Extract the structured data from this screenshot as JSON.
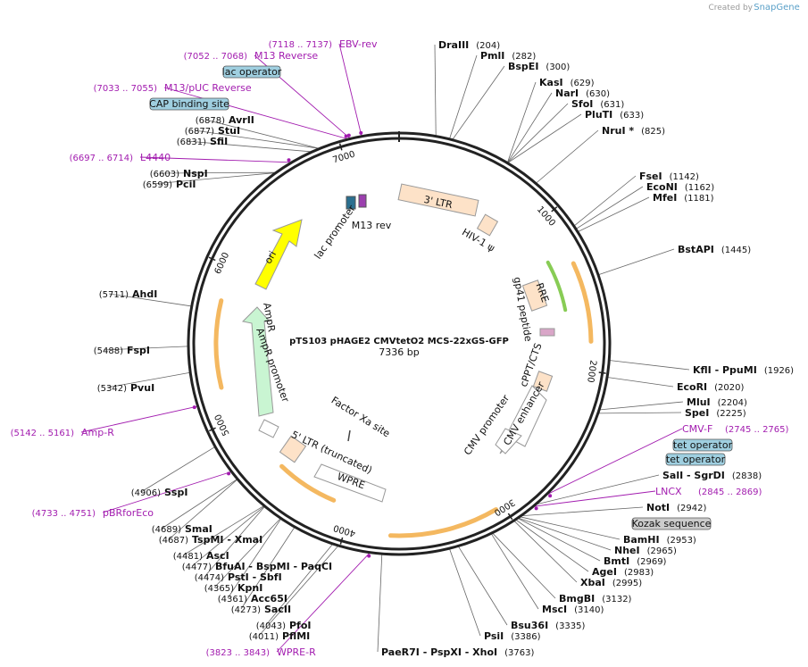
{
  "brand": {
    "created_by": "Created by",
    "name": "SnapGene"
  },
  "plasmid": {
    "name": "pTS103 pHAGE2 CMVtetO2 MCS-22xGS-GFP",
    "length": "7336 bp",
    "total_bp": 7336
  },
  "colors": {
    "primer": "#a21caf",
    "backbone": "#222222",
    "ltr": "#fde2c8",
    "ori": "#ffff00",
    "ampr": "#c9f5d2",
    "rre": "#fde2c8",
    "wpre": "#ffffff",
    "cmv": "#ffffff",
    "gp41": "#d9a6c8",
    "regulatory": "#9fcfe0",
    "kozak": "#cccccc"
  },
  "ticks": [
    {
      "label": "1000",
      "bp": 1000
    },
    {
      "label": "2000",
      "bp": 2000
    },
    {
      "label": "3000",
      "bp": 3000
    },
    {
      "label": "4000",
      "bp": 4000
    },
    {
      "label": "5000",
      "bp": 5000
    },
    {
      "label": "6000",
      "bp": 6000
    },
    {
      "label": "7000",
      "bp": 7000
    }
  ],
  "enzymes": [
    {
      "name": "DraIII",
      "pos": "(204)",
      "bp": 204
    },
    {
      "name": "PmlI",
      "pos": "(282)",
      "bp": 282
    },
    {
      "name": "BspEI",
      "pos": "(300)",
      "bp": 300
    },
    {
      "name": "KasI",
      "pos": "(629)",
      "bp": 629
    },
    {
      "name": "NarI",
      "pos": "(630)",
      "bp": 630
    },
    {
      "name": "SfoI",
      "pos": "(631)",
      "bp": 631
    },
    {
      "name": "PluTI",
      "pos": "(633)",
      "bp": 633
    },
    {
      "name": "NruI *",
      "pos": "(825)",
      "bp": 825
    },
    {
      "name": "FseI",
      "pos": "(1142)",
      "bp": 1142
    },
    {
      "name": "EcoNI",
      "pos": "(1162)",
      "bp": 1162
    },
    {
      "name": "MfeI",
      "pos": "(1181)",
      "bp": 1181
    },
    {
      "name": "BstAPI",
      "pos": "(1445)",
      "bp": 1445
    },
    {
      "name": "KflI - PpuMI",
      "pos": "(1926)",
      "bp": 1926
    },
    {
      "name": "EcoRI",
      "pos": "(2020)",
      "bp": 2020
    },
    {
      "name": "MluI",
      "pos": "(2204)",
      "bp": 2204
    },
    {
      "name": "SpeI",
      "pos": "(2225)",
      "bp": 2225
    },
    {
      "name": "SalI - SgrDI",
      "pos": "(2838)",
      "bp": 2838
    },
    {
      "name": "NotI",
      "pos": "(2942)",
      "bp": 2942
    },
    {
      "name": "BamHI",
      "pos": "(2953)",
      "bp": 2953
    },
    {
      "name": "NheI",
      "pos": "(2965)",
      "bp": 2965
    },
    {
      "name": "BmtI",
      "pos": "(2969)",
      "bp": 2969
    },
    {
      "name": "AgeI",
      "pos": "(2983)",
      "bp": 2983
    },
    {
      "name": "XbaI",
      "pos": "(2995)",
      "bp": 2995
    },
    {
      "name": "BmgBI",
      "pos": "(3132)",
      "bp": 3132
    },
    {
      "name": "MscI",
      "pos": "(3140)",
      "bp": 3140
    },
    {
      "name": "Bsu36I",
      "pos": "(3335)",
      "bp": 3335
    },
    {
      "name": "PsiI",
      "pos": "(3386)",
      "bp": 3386
    },
    {
      "name": "PaeR7I - PspXI - XhoI",
      "pos": "(3763)",
      "bp": 3763
    },
    {
      "name": "PflMI",
      "pos": "(4011)",
      "bp": 4011
    },
    {
      "name": "PfoI",
      "pos": "(4043)",
      "bp": 4043
    },
    {
      "name": "SacII",
      "pos": "(4273)",
      "bp": 4273
    },
    {
      "name": "Acc65I",
      "pos": "(4361)",
      "bp": 4361
    },
    {
      "name": "KpnI",
      "pos": "(4365)",
      "bp": 4365
    },
    {
      "name": "PstI - SbfI",
      "pos": "(4474)",
      "bp": 4474
    },
    {
      "name": "BfuAI - BspMI - PaqCI",
      "pos": "(4477)",
      "bp": 4477
    },
    {
      "name": "AscI",
      "pos": "(4481)",
      "bp": 4481
    },
    {
      "name": "TspMI - XmaI",
      "pos": "(4687)",
      "bp": 4687
    },
    {
      "name": "SmaI",
      "pos": "(4689)",
      "bp": 4689
    },
    {
      "name": "SspI",
      "pos": "(4906)",
      "bp": 4906
    },
    {
      "name": "PvuI",
      "pos": "(5342)",
      "bp": 5342
    },
    {
      "name": "FspI",
      "pos": "(5488)",
      "bp": 5488
    },
    {
      "name": "AhdI",
      "pos": "(5711)",
      "bp": 5711
    },
    {
      "name": "PciI",
      "pos": "(6599)",
      "bp": 6599
    },
    {
      "name": "NspI",
      "pos": "(6603)",
      "bp": 6603
    },
    {
      "name": "SfiI",
      "pos": "(6831)",
      "bp": 6831
    },
    {
      "name": "StuI",
      "pos": "(6877)",
      "bp": 6877
    },
    {
      "name": "AvrII",
      "pos": "(6878)",
      "bp": 6878
    }
  ],
  "primers": [
    {
      "name": "EBV-rev",
      "pos": "(7118 .. 7137)",
      "bp": 7127
    },
    {
      "name": "M13 Reverse",
      "pos": "(7052 .. 7068)",
      "bp": 7060
    },
    {
      "name": "M13/pUC Reverse",
      "pos": "(7033 .. 7055)",
      "bp": 7044
    },
    {
      "name": "L4440",
      "pos": "(6697 .. 6714)",
      "bp": 6705
    },
    {
      "name": "Amp-R",
      "pos": "(5142 .. 5161)",
      "bp": 5151
    },
    {
      "name": "pBRforEco",
      "pos": "(4733 .. 4751)",
      "bp": 4742
    },
    {
      "name": "WPRE-R",
      "pos": "(3823 .. 3843)",
      "bp": 3833
    },
    {
      "name": "CMV-F",
      "pos": "(2745 .. 2765)",
      "bp": 2755
    },
    {
      "name": "LNCX",
      "pos": "(2845 .. 2869)",
      "bp": 2857
    }
  ],
  "boxed_features": [
    {
      "name": "lac operator"
    },
    {
      "name": "CAP binding site"
    },
    {
      "name": "tet operator"
    },
    {
      "name": "tet operator"
    },
    {
      "name": "Kozak sequence"
    }
  ],
  "features": [
    {
      "name": "3' LTR"
    },
    {
      "name": "HIV-1 ψ"
    },
    {
      "name": "RRE"
    },
    {
      "name": "gp41 peptide"
    },
    {
      "name": "cPPT/CTS"
    },
    {
      "name": "CMV enhancer"
    },
    {
      "name": "CMV promoter"
    },
    {
      "name": "WPRE"
    },
    {
      "name": "5' LTR (truncated)"
    },
    {
      "name": "Factor Xa site"
    },
    {
      "name": "AmpR promoter"
    },
    {
      "name": "AmpR"
    },
    {
      "name": "ori"
    },
    {
      "name": "lac promoter"
    },
    {
      "name": "M13 rev"
    }
  ]
}
